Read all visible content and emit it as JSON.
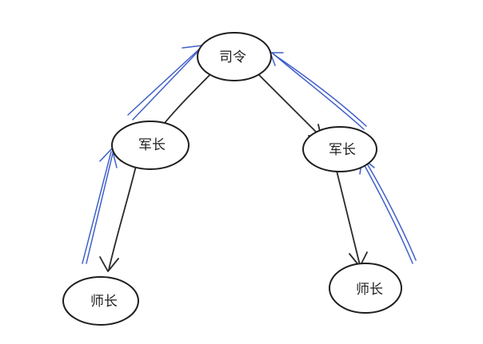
{
  "diagram": {
    "nodes": [
      {
        "id": "commander",
        "label": "司令"
      },
      {
        "id": "army-left",
        "label": "军长"
      },
      {
        "id": "army-right",
        "label": "军长"
      },
      {
        "id": "division-left",
        "label": "师长"
      },
      {
        "id": "division-right",
        "label": "师长"
      }
    ],
    "edges": [
      {
        "from": "commander",
        "to": "army-left",
        "style": "black-arrow"
      },
      {
        "from": "commander",
        "to": "army-right",
        "style": "black-arrow"
      },
      {
        "from": "army-left",
        "to": "division-left",
        "style": "black-arrow"
      },
      {
        "from": "army-right",
        "to": "division-right",
        "style": "black-arrow"
      },
      {
        "from": "army-left",
        "to": "commander",
        "style": "blue-arrow"
      },
      {
        "from": "army-right",
        "to": "commander",
        "style": "blue-arrow"
      },
      {
        "from": "division-left",
        "to": "army-left",
        "style": "blue-arrow"
      },
      {
        "from": "division-right",
        "to": "army-right",
        "style": "blue-arrow"
      }
    ],
    "colors": {
      "node_stroke": "#1e1e1e",
      "downward_arrow": "#2a2a2a",
      "upward_arrow": "#3f5fc9"
    }
  }
}
